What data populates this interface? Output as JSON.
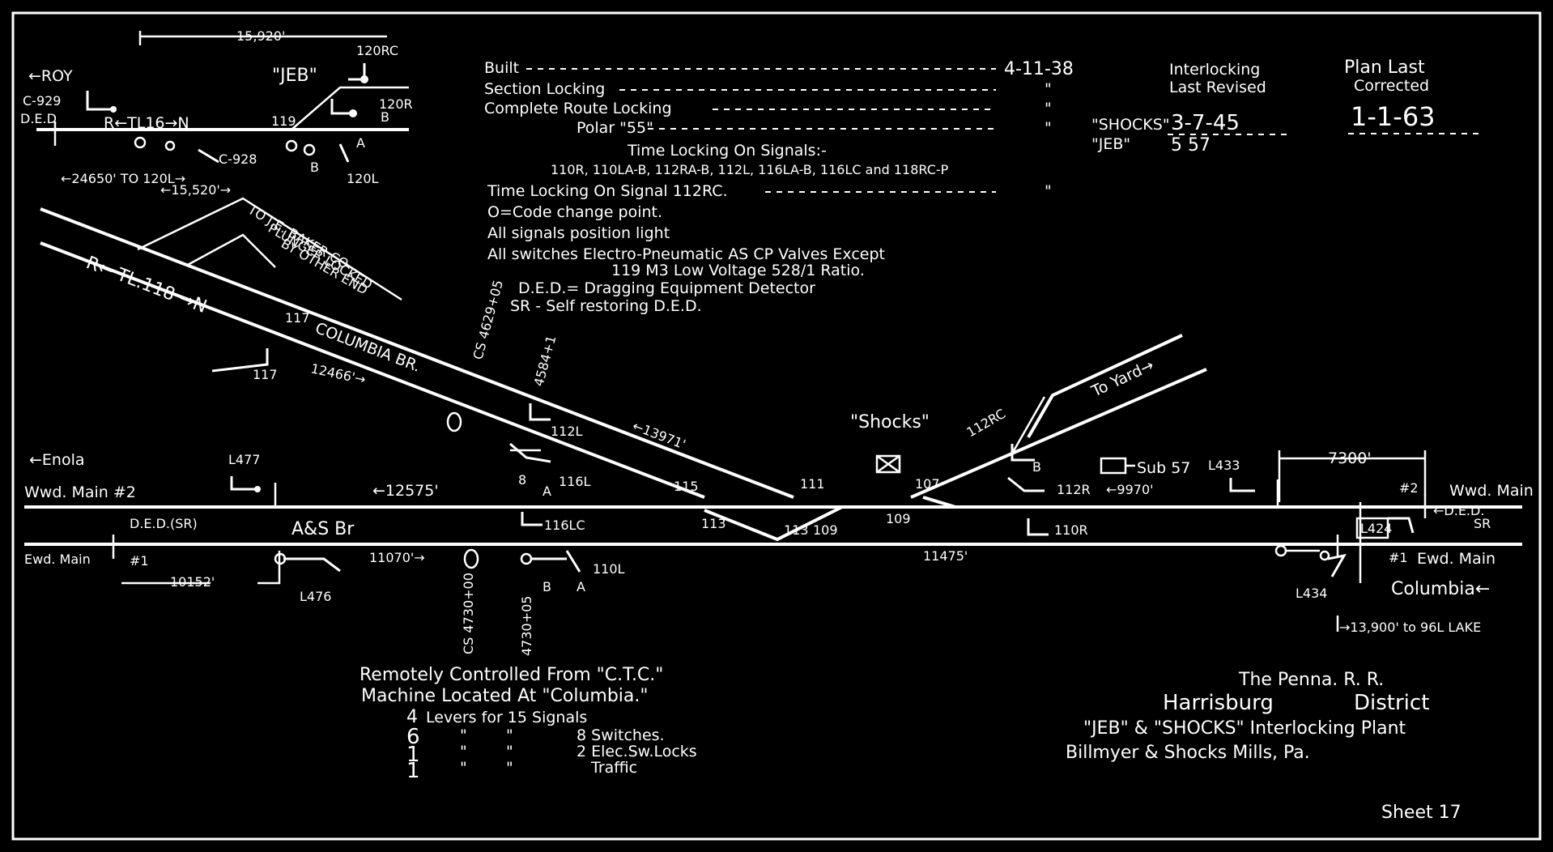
{
  "notes": {
    "built_label": "Built",
    "built_value": "4-11-38",
    "section_locking": "Section Locking",
    "complete_route_locking": "Complete Route Locking",
    "polar": "Polar \"55\"",
    "ditto": "\"",
    "time_locking_signals_title": "Time Locking On Signals:-",
    "time_locking_signals_list": "110R, 110LA-B, 112RA-B, 112L, 116LA-B, 116LC and 118RC-P",
    "time_locking_signal": "Time Locking On Signal 112RC.",
    "code_change": "O=Code change point.",
    "position_light": "All signals position light",
    "switches_line1": "All switches Electro-Pneumatic AS CP Valves Except",
    "switches_line2": "119 M3 Low Voltage 528/1 Ratio.",
    "ded_def": "D.E.D.= Dragging Equipment Detector",
    "sr_def": "SR - Self restoring D.E.D."
  },
  "revised": {
    "title_line1": "Interlocking",
    "title_line2": "Last Revised",
    "shocks_label": "\"SHOCKS\"",
    "shocks_date": "3-7-45",
    "jeb_label": "\"JEB\"",
    "jeb_date": "5 57"
  },
  "plan": {
    "title": "Plan Last",
    "subtitle": "Corrected",
    "date": "1-1-63"
  },
  "inset": {
    "roy": "←ROY",
    "jeb": "\"JEB\"",
    "dim_top": "15,920'",
    "sig_120rc": "120RC",
    "sig_120r": "120R",
    "sig_b": "B",
    "sig_a": "A",
    "c929": "C-929",
    "ded": "D.E.D",
    "track_name": "R←TL16→N",
    "sw_119": "119",
    "c928": "C-928",
    "sig_120l": "120L",
    "dim_bottom1": "←24650' TO 120L→",
    "dim_bottom2": "←15,520'→"
  },
  "branch": {
    "track_name": "R← TL.118 →N",
    "baker": "TO J.E. BAKER CO",
    "plunger": "PLUNGER LOCKED",
    "other_end": "BY OTHER END",
    "s117": "117",
    "s117b": "117",
    "columbia_br": "COLUMBIA BR.",
    "dim_12466": "12466'→",
    "cs1": "CS 4629+05",
    "cs2": "4584+1",
    "sig_112l": "112L",
    "dim_13971": "←13971'",
    "n111": "111",
    "n115": "115",
    "n116l": "116L",
    "n8": "8",
    "na": "A",
    "n116lc": "116LC"
  },
  "main": {
    "enola": "←Enola",
    "l477": "L477",
    "wwd_main2": "Wwd. Main #2",
    "dim_12575": "←12575'",
    "ded_sr": "D.E.D.(SR)",
    "as_br": "A&S Br",
    "ewd_main": "Ewd. Main",
    "n1": "#1",
    "dim_10152": "10152'",
    "l476": "L476",
    "dim_11070": "11070'→",
    "cs3": "CS 4730+00",
    "cs4": "4730+05",
    "sig_b": "B",
    "sig_a": "A",
    "n110l": "110L",
    "n113": "113",
    "n113b": "113",
    "n109": "109",
    "n109b": "109",
    "shocks": "\"Shocks\"",
    "n107": "107",
    "sig_112rc": "112RC",
    "to_yard": "To Yard→",
    "n112r": "112R",
    "dim_9970": "←9970'",
    "sub57": "Sub 57",
    "l433": "L433",
    "dim_7300": "7300'",
    "n110r": "110R",
    "dim_11475": "11475'",
    "n2": "#2",
    "wwd_main": "Wwd. Main",
    "ded": "←D.E.D.",
    "sr": "SR",
    "l424": "L424",
    "n1b": "#1",
    "ewd_main2": "Ewd. Main",
    "l434": "L434",
    "columbia": "Columbia←",
    "dim_13900": "→13,900' to 96L LAKE"
  },
  "ctc": {
    "line1": "Remotely Controlled From \"C.T.C.\"",
    "line2": "Machine Located At \"Columbia.\"",
    "row1_num": "4",
    "row1_text": "Levers for 15 Signals",
    "row2_num": "6",
    "row2_q": "\"        \"",
    "row2_text": "8 Switches.",
    "row3_num": "1",
    "row3_q": "\"        \"",
    "row3_text": "2 Elec.Sw.Locks",
    "row4_num": "1",
    "row4_q": "\"        \"",
    "row4_text": "Traffic"
  },
  "title_block": {
    "railroad": "The Penna. R. R.",
    "district_a": "Harrisburg",
    "district_b": "District",
    "plant": "\"JEB\" & \"SHOCKS\" Interlocking Plant",
    "location": "Billmyer & Shocks Mills, Pa.",
    "sheet": "Sheet 17"
  }
}
